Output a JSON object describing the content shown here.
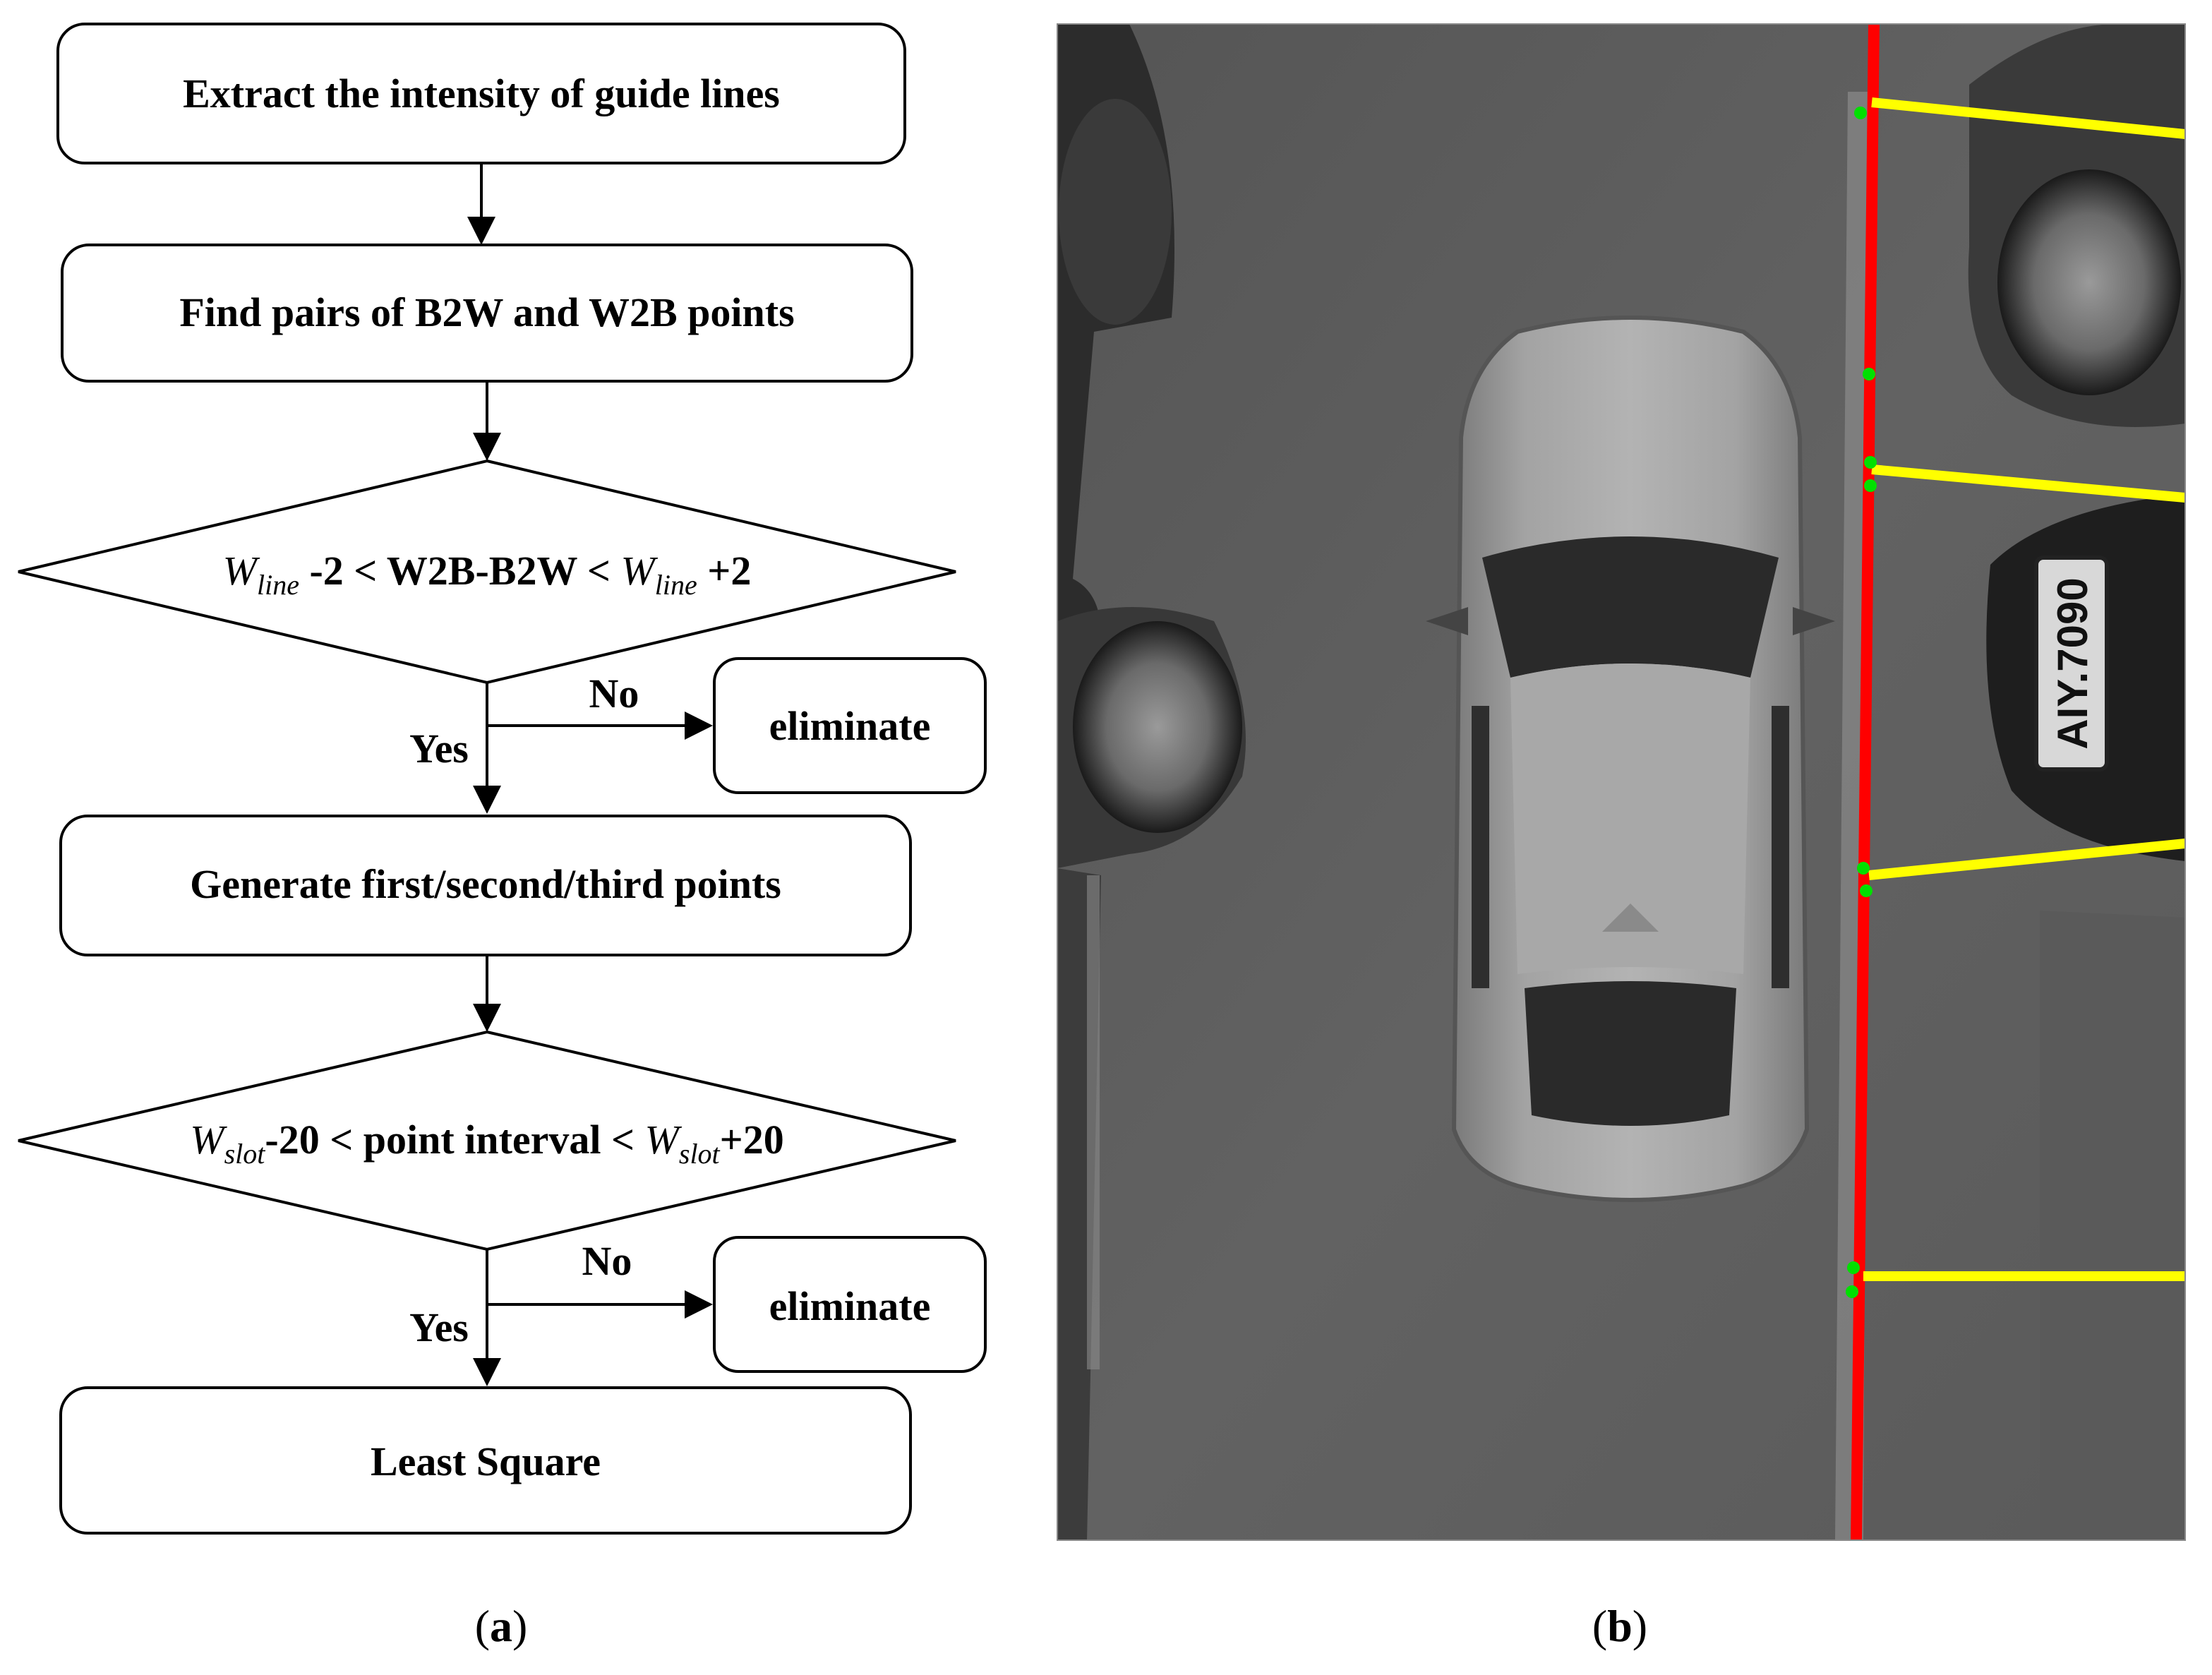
{
  "flowchart": {
    "step1": "Extract the intensity of guide lines",
    "step2": "Find pairs of B2W and W2B points",
    "decision1": {
      "w_symbol": "W",
      "w_subscript": "line",
      "lower_suffix": " -2 < W2B-B2W < ",
      "upper_suffix": " +2"
    },
    "no_label_1": "No",
    "yes_label_1": "Yes",
    "eliminate_1": "eliminate",
    "step3": "Generate first/second/third points",
    "decision2": {
      "w_symbol": "W",
      "w_subscript": "slot",
      "lower_suffix": "-20 < point interval < ",
      "upper_suffix": "+20"
    },
    "no_label_2": "No",
    "yes_label_2": "Yes",
    "eliminate_2": "eliminate",
    "step4": "Least Square"
  },
  "captions": {
    "a_open": "(",
    "a_letter": "a",
    "a_close": ")",
    "b_open": "(",
    "b_letter": "b",
    "b_close": ")"
  },
  "photo": {
    "license_plate": "AIY.7090",
    "colors": {
      "ground": "#5e5e5e",
      "detected_boundary_line": "#ff0000",
      "detected_slot_lines": "#ffff00",
      "detected_points": "#00e000"
    }
  }
}
